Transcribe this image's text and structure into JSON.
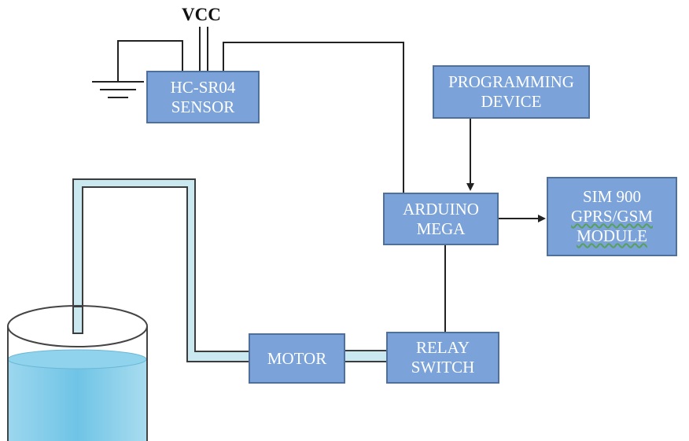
{
  "colors": {
    "block_fill": "#7ba3d9",
    "block_border": "#4f6f9c",
    "pipe_fill": "#c9e8ef",
    "pipe_stroke": "#3c3c3c",
    "water": "#7fcde8",
    "wire": "#222222"
  },
  "labels": {
    "vcc": "VCC"
  },
  "blocks": {
    "sensor": [
      "HC-SR04",
      "SENSOR"
    ],
    "programming_device": [
      "PROGRAMMING",
      "DEVICE"
    ],
    "arduino": [
      "ARDUINO",
      "MEGA"
    ],
    "sim_module": [
      "SIM 900",
      "GPRS/GSM",
      "MODULE"
    ],
    "motor": [
      "MOTOR"
    ],
    "relay": [
      "RELAY",
      "SWITCH"
    ]
  },
  "icons": {
    "ground": "ground-symbol-icon",
    "water_tank": "water-tank-icon"
  }
}
